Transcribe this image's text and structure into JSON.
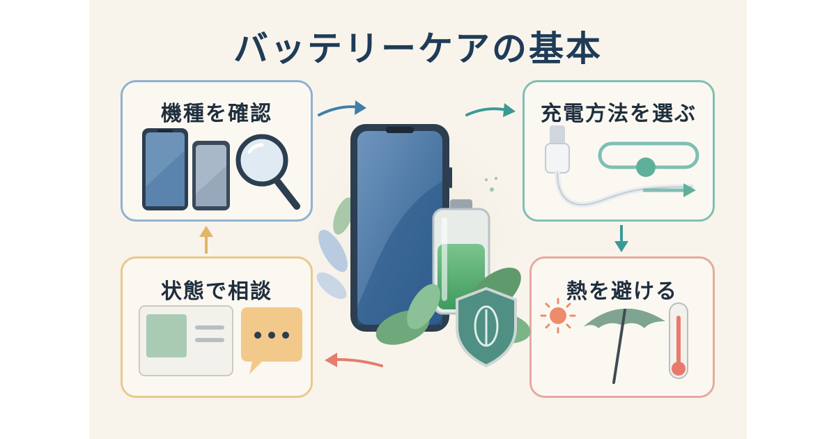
{
  "title": "バッテリーケアの基本",
  "steps": {
    "check_model": {
      "label": "機種を確認"
    },
    "choose_charging": {
      "label": "充電方法を選ぶ"
    },
    "avoid_heat": {
      "label": "熱を避ける"
    },
    "consult_status": {
      "label": "状態で相談"
    }
  },
  "colors": {
    "title": "#1f3b57",
    "check_border": "#8fb1cf",
    "charge_border": "#7fbfb3",
    "consult_border": "#e8c98c",
    "heat_border": "#e7a99f",
    "arrow_blue": "#3f7fa8",
    "arrow_teal": "#3b9a95",
    "arrow_gold": "#e3b46a",
    "arrow_coral": "#e57c6c",
    "battery_green": "#4fa56b"
  },
  "icons": [
    "smartphone-icon",
    "magnifier-icon",
    "usb-cable-icon",
    "toggle-switch-icon",
    "sun-icon",
    "umbrella-icon",
    "thermometer-icon",
    "id-card-icon",
    "speech-bubble-icon",
    "battery-icon",
    "shield-leaf-icon"
  ]
}
